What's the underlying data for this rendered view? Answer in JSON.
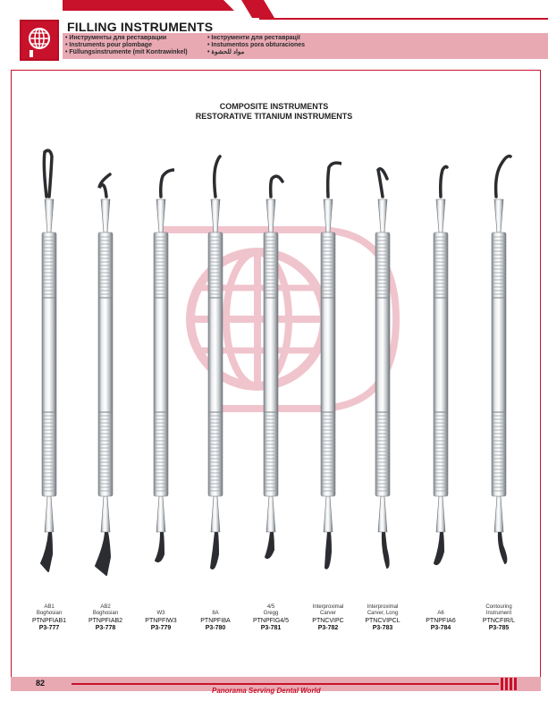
{
  "header": {
    "title": "FILLING INSTRUMENTS",
    "subtitles_left": [
      "Инструменты для реставрации",
      "Instruments pour plombage",
      "Füllungsinstrumente (mit Kontrawinkel)"
    ],
    "subtitles_right": [
      "Інструменти для реставрації",
      "Instumentos pora obturaciones",
      "مواد للحشوة"
    ]
  },
  "section": {
    "line1": "COMPOSITE INSTRUMENTS",
    "line2": "RESTORATIVE TITANIUM INSTRUMENTS"
  },
  "instruments": [
    {
      "name": [
        "AB1",
        "Boghosian"
      ],
      "code": "PTNPFIAB1",
      "ref": "P3-777"
    },
    {
      "name": [
        "AB2",
        "Boghosian"
      ],
      "code": "PTNPFIAB2",
      "ref": "P3-778"
    },
    {
      "name": [
        "W3"
      ],
      "code": "PTNPFIW3",
      "ref": "P3-779"
    },
    {
      "name": [
        "8A"
      ],
      "code": "PTNPFI8A",
      "ref": "P3-780"
    },
    {
      "name": [
        "4/5",
        "Gregg"
      ],
      "code": "PTNPFIG4/5",
      "ref": "P3-781"
    },
    {
      "name": [
        "Interproximal",
        "Carver"
      ],
      "code": "PTNCVIPC",
      "ref": "P3-782"
    },
    {
      "name": [
        "Interproximal",
        "Carver, Long"
      ],
      "code": "PTNCVIPCL",
      "ref": "P3-783"
    },
    {
      "name": [
        "A6"
      ],
      "code": "PTNPFIA6",
      "ref": "P3-784"
    },
    {
      "name": [
        "Contouring",
        "Instrument"
      ],
      "code": "PTNCFIR/L",
      "ref": "P3-785"
    }
  ],
  "footer": {
    "page_number": "82",
    "tagline": "Panorama Serving Dental World"
  },
  "colors": {
    "brand_red": "#c8112b",
    "band_pink": "#e8a9b3"
  }
}
